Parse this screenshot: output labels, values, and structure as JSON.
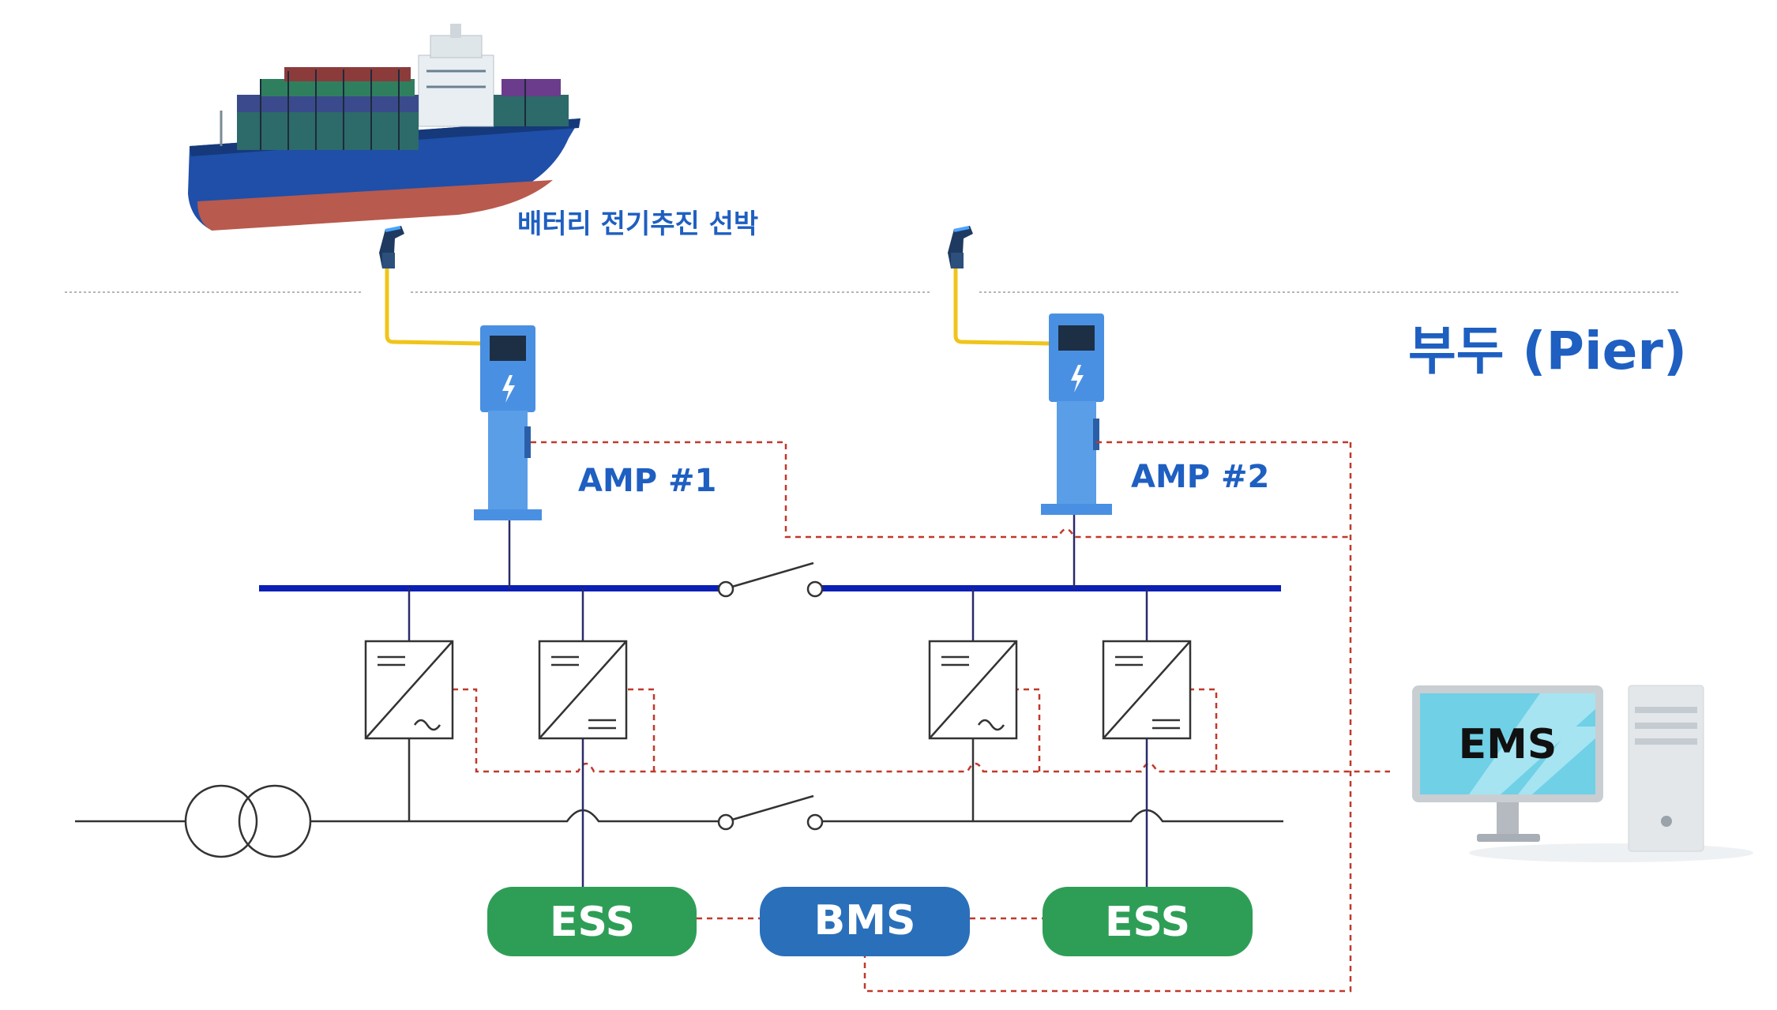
{
  "ship": {
    "label": "배터리 전기추진 선박"
  },
  "pier": {
    "label": "부두 (Pier)"
  },
  "chargers": [
    {
      "label": "AMP #1"
    },
    {
      "label": "AMP #2"
    }
  ],
  "storage": {
    "ess_left": "ESS",
    "bms": "BMS",
    "ess_right": "ESS"
  },
  "ems": {
    "label": "EMS"
  },
  "colors": {
    "bus": "#0b1fb5",
    "control_line": "#c0392b",
    "ess": "#2e9e57",
    "bms": "#2a6fba",
    "charger": "#4a90e2",
    "cable": "#f0c419",
    "label": "#1e5fc1"
  }
}
